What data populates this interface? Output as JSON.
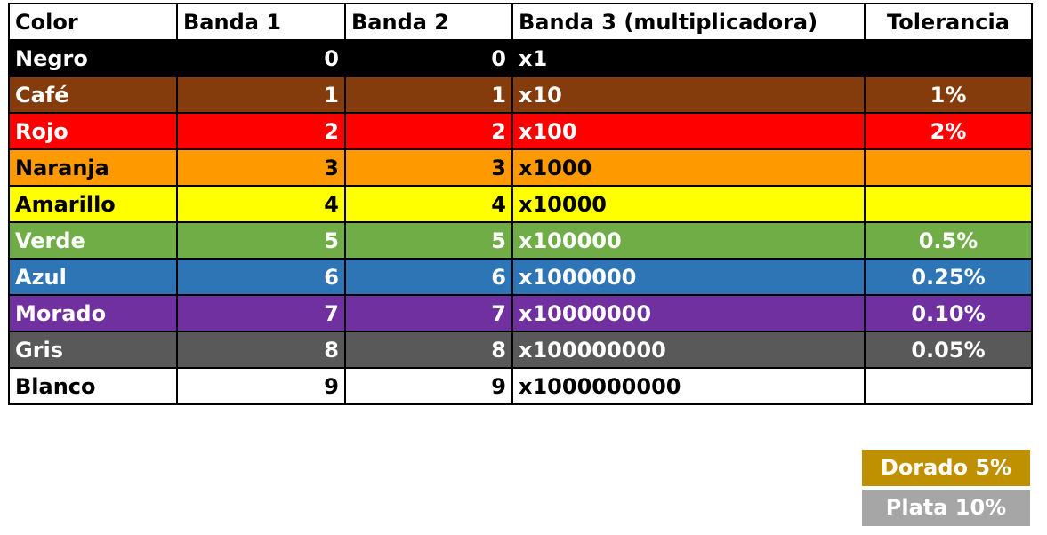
{
  "headers": {
    "color": "Color",
    "band1": "Banda 1",
    "band2": "Banda 2",
    "band3": "Banda 3 (multiplicadora)",
    "tolerance": "Tolerancia"
  },
  "rows": [
    {
      "name": "Negro",
      "band1": "0",
      "band2": "0",
      "multiplier": "x1",
      "tolerance": "",
      "bg": "#000000",
      "fg": "#ffffff"
    },
    {
      "name": "Café",
      "band1": "1",
      "band2": "1",
      "multiplier": "x10",
      "tolerance": "1%",
      "bg": "#843c0c",
      "fg": "#ffffff"
    },
    {
      "name": "Rojo",
      "band1": "2",
      "band2": "2",
      "multiplier": "x100",
      "tolerance": "2%",
      "bg": "#ff0000",
      "fg": "#ffffff"
    },
    {
      "name": "Naranja",
      "band1": "3",
      "band2": "3",
      "multiplier": "x1000",
      "tolerance": "",
      "bg": "#ff9900",
      "fg": "#000000"
    },
    {
      "name": "Amarillo",
      "band1": "4",
      "band2": "4",
      "multiplier": "x10000",
      "tolerance": "",
      "bg": "#ffff00",
      "fg": "#000000"
    },
    {
      "name": "Verde",
      "band1": "5",
      "band2": "5",
      "multiplier": "x100000",
      "tolerance": "0.5%",
      "bg": "#70ad47",
      "fg": "#ffffff"
    },
    {
      "name": "Azul",
      "band1": "6",
      "band2": "6",
      "multiplier": "x1000000",
      "tolerance": "0.25%",
      "bg": "#2e75b6",
      "fg": "#ffffff"
    },
    {
      "name": "Morado",
      "band1": "7",
      "band2": "7",
      "multiplier": "x10000000",
      "tolerance": "0.10%",
      "bg": "#7030a0",
      "fg": "#ffffff"
    },
    {
      "name": "Gris",
      "band1": "8",
      "band2": "8",
      "multiplier": "x100000000",
      "tolerance": "0.05%",
      "bg": "#595959",
      "fg": "#ffffff"
    },
    {
      "name": "Blanco",
      "band1": "9",
      "band2": "9",
      "multiplier": "x1000000000",
      "tolerance": "",
      "bg": "#ffffff",
      "fg": "#000000"
    }
  ],
  "extra_tolerances": [
    {
      "label": "Dorado 5%",
      "bg": "#bf9000"
    },
    {
      "label": "Plata 10%",
      "bg": "#a6a6a6"
    }
  ]
}
